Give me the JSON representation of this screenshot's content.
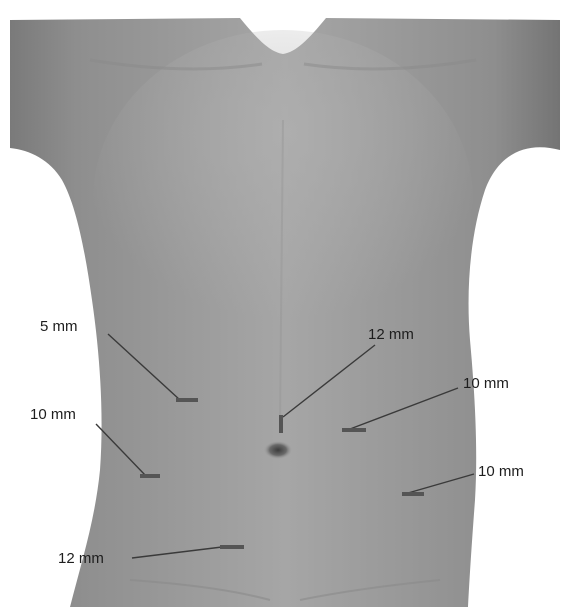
{
  "figure": {
    "background": "#ffffff",
    "skin_color": "#9c9c9c",
    "leader_color": "#3a3a3a",
    "incision_color": "#555555"
  },
  "labels": {
    "port_5mm_left": "5 mm",
    "port_10mm_left": "10 mm",
    "port_12mm_lower": "12 mm",
    "port_12mm_umbilical": "12 mm",
    "port_10mm_right_upper": "10 mm",
    "port_10mm_right_lower": "10 mm"
  }
}
